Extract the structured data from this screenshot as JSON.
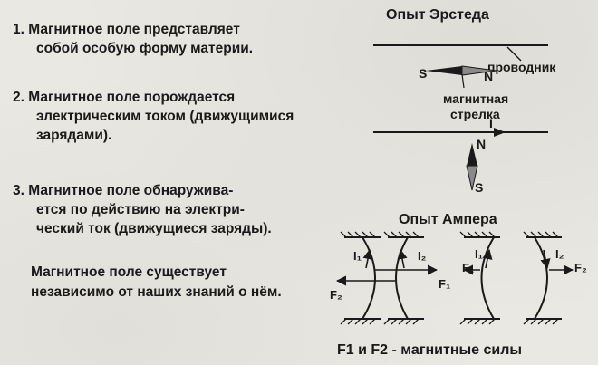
{
  "statements": [
    {
      "number": "1.",
      "lines": [
        "Магнитное поле представляет",
        "собой особую форму материи."
      ]
    },
    {
      "number": "2.",
      "lines": [
        "Магнитное поле порождается",
        "электрическим током (движущимися",
        "зарядами)."
      ]
    },
    {
      "number": "3.",
      "lines": [
        "Магнитное поле обнаружива-",
        "ется по действию на электри-",
        "ческий ток (движущиеся заряды)."
      ]
    }
  ],
  "note": {
    "lines": [
      "Магнитное поле существует",
      "независимо от наших знаний о нём."
    ]
  },
  "oersted": {
    "title": "Опыт Эрстеда",
    "conductor_label": "проводник",
    "needle_label_lines": [
      "магнитная",
      "стрелка"
    ],
    "pole_s": "S",
    "pole_n": "N",
    "current_label": "I"
  },
  "ampere": {
    "title": "Опыт Ампера",
    "current_1": "I₁",
    "current_2": "I₂",
    "force_1": "F₁",
    "force_2": "F₂",
    "caption": "F1 и F2 - магнитные силы"
  }
}
